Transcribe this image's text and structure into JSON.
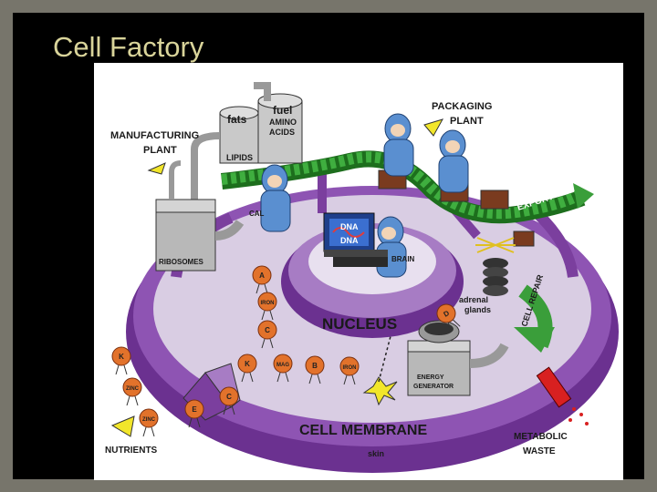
{
  "slide": {
    "title": "Cell Factory"
  },
  "diagram": {
    "labels": {
      "manufacturing_plant_1": "MANUFACTURING",
      "manufacturing_plant_2": "PLANT",
      "packaging_plant_1": "PACKAGING",
      "packaging_plant_2": "PLANT",
      "fats": "fats",
      "fuel": "fuel",
      "amino_acids_1": "AMINO",
      "amino_acids_2": "ACIDS",
      "lipids": "LIPIDS",
      "export": "EXPORT",
      "ribosomes": "RIBOSOMES",
      "dna_1": "DNA",
      "dna_2": "DNA",
      "brain": "BRAIN",
      "cal": "CAL",
      "cell_repair": "CELL REPAIR",
      "adrenal_glands_1": "adrenal",
      "adrenal_glands_2": "glands",
      "nucleus": "NUCLEUS",
      "energy_generator_1": "ENERGY",
      "energy_generator_2": "GENERATOR",
      "cell_membrane": "CELL MEMBRANE",
      "skin": "skin",
      "nutrients": "NUTRIENTS",
      "metabolic_waste_1": "METABOLIC",
      "metabolic_waste_2": "WASTE"
    },
    "nutrient_balls": [
      {
        "label": "A"
      },
      {
        "label": "IRON"
      },
      {
        "label": "C"
      },
      {
        "label": "K"
      },
      {
        "label": "MAG"
      },
      {
        "label": "B"
      },
      {
        "label": "IRON"
      },
      {
        "label": "K"
      },
      {
        "label": "ZINC"
      },
      {
        "label": "ZINC"
      },
      {
        "label": "C"
      },
      {
        "label": "E"
      },
      {
        "label": "D"
      }
    ],
    "colors": {
      "membrane": "#7b3f9e",
      "membrane_light": "#a77cc4",
      "floor": "#d9cde3",
      "conveyor": "#3a9e3a",
      "worker": "#5a8fd0",
      "nutrient": "#e2722b",
      "machine": "#b8b8b8"
    }
  }
}
